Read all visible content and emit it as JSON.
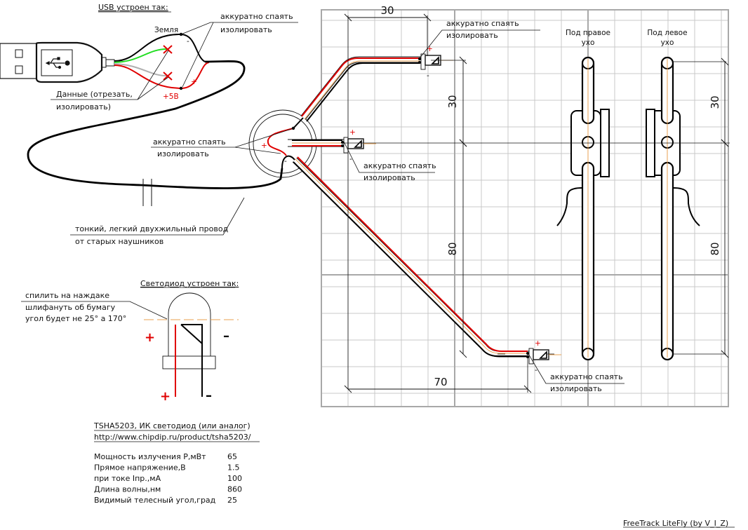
{
  "title": "FreeTrack LiteFly (by V_I_Z)",
  "colors": {
    "wire_red": "#e00000",
    "wire_black": "#000000",
    "wire_green": "#22dd22",
    "wire_gray": "#b0b0b0",
    "center_line": "#e8a050",
    "grid": "#c8c8c8",
    "grid_major": "#a8a8a8"
  },
  "usb_section": {
    "heading": "USB устроен так:",
    "ground_label": "Земля",
    "plus5_label": "+5В",
    "plus_sign": "+",
    "minus_sign": "-",
    "solder_note": [
      "аккуратно спаять",
      "изолировать"
    ],
    "data_note": [
      "Данные (отрезать,",
      "изолировать)"
    ],
    "usb_icon": "usb-icon"
  },
  "junction": {
    "solder_note": [
      "аккуратно спаять",
      "изолировать"
    ],
    "plus_sign": "+",
    "minus_sign": "-"
  },
  "cable_note": [
    "тонкий, легкий двухжильный провод",
    "от старых наушников"
  ],
  "led_section": {
    "heading": "Светодиод устроен так:",
    "note": [
      "спилить на наждаке",
      "шлифануть об бумагу",
      "угол будет не 25° а 170°"
    ],
    "plus_sign": "+",
    "minus_sign": "–"
  },
  "spec": {
    "title": "TSHA5203, ИК светодиод (или аналог)",
    "url": "http://www.chipdip.ru/product/tsha5203/",
    "rows": [
      {
        "label": "Мощность излучения P,мВт",
        "value": "65"
      },
      {
        "label": "Прямое напряжение,В",
        "value": "1.5"
      },
      {
        "label": "при токе Iпр.,мА",
        "value": "100"
      },
      {
        "label": "Длина волны,нм",
        "value": "860"
      },
      {
        "label": "Видимый телесный угол,град",
        "value": "25"
      }
    ]
  },
  "frame": {
    "dims": {
      "top_horizontal": "30",
      "left_vertical_top": "30",
      "left_vertical_bottom": "80",
      "bottom_horizontal": "70",
      "right_vertical_top": "30",
      "right_vertical_bottom": "80"
    },
    "leds": [
      {
        "name": "top",
        "solder_note": [
          "аккуратно спаять",
          "изолировать"
        ],
        "plus": "+",
        "minus": "-"
      },
      {
        "name": "middle",
        "solder_note": [
          "аккуратно спаять",
          "изолировать"
        ],
        "plus": "+",
        "minus": "-"
      },
      {
        "name": "bottom",
        "solder_note": [
          "аккуратно спаять",
          "изолировать"
        ],
        "plus": "+",
        "minus": "-"
      }
    ],
    "clips": [
      {
        "label": [
          "Под правое",
          "ухо"
        ]
      },
      {
        "label": [
          "Под левое",
          "ухо"
        ]
      }
    ]
  }
}
